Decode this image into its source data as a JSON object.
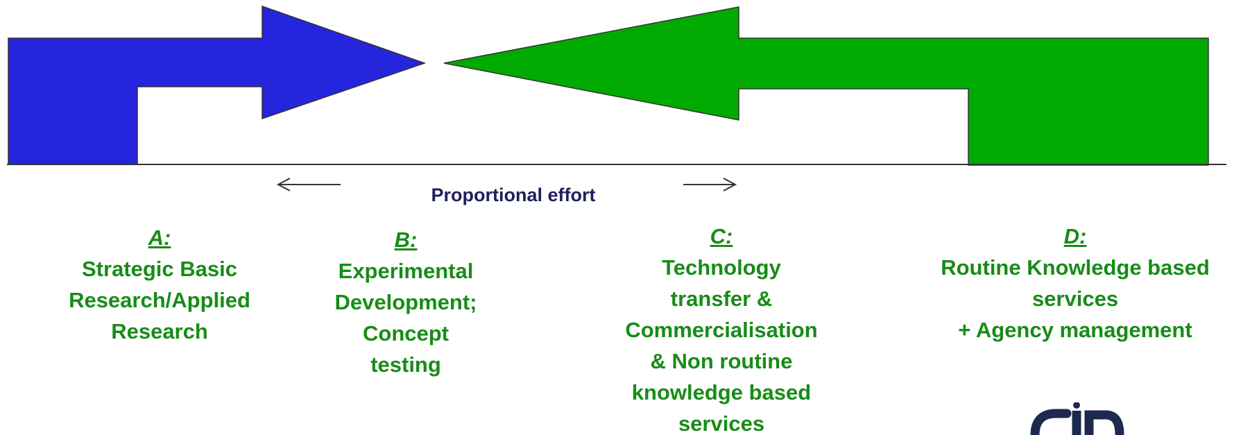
{
  "effort_label": "Proportional effort",
  "colors": {
    "blue_arrow": "#2525dd",
    "green_arrow": "#00aa00",
    "label_green": "#178c17",
    "effort_label": "#1f1f5c",
    "line": "#333333"
  },
  "categories": [
    {
      "letter": "A:",
      "lines": [
        "Strategic Basic",
        "Research/Applied",
        "Research"
      ]
    },
    {
      "letter": "B:",
      "lines": [
        "Experimental",
        "Development;",
        "Concept",
        "testing"
      ]
    },
    {
      "letter": "C:",
      "lines": [
        "Technology",
        "transfer &",
        "Commercialisation",
        "& Non routine",
        "knowledge based",
        "services"
      ]
    },
    {
      "letter": "D:",
      "lines": [
        "Routine Knowledge based",
        "services",
        "+ Agency management"
      ]
    }
  ]
}
